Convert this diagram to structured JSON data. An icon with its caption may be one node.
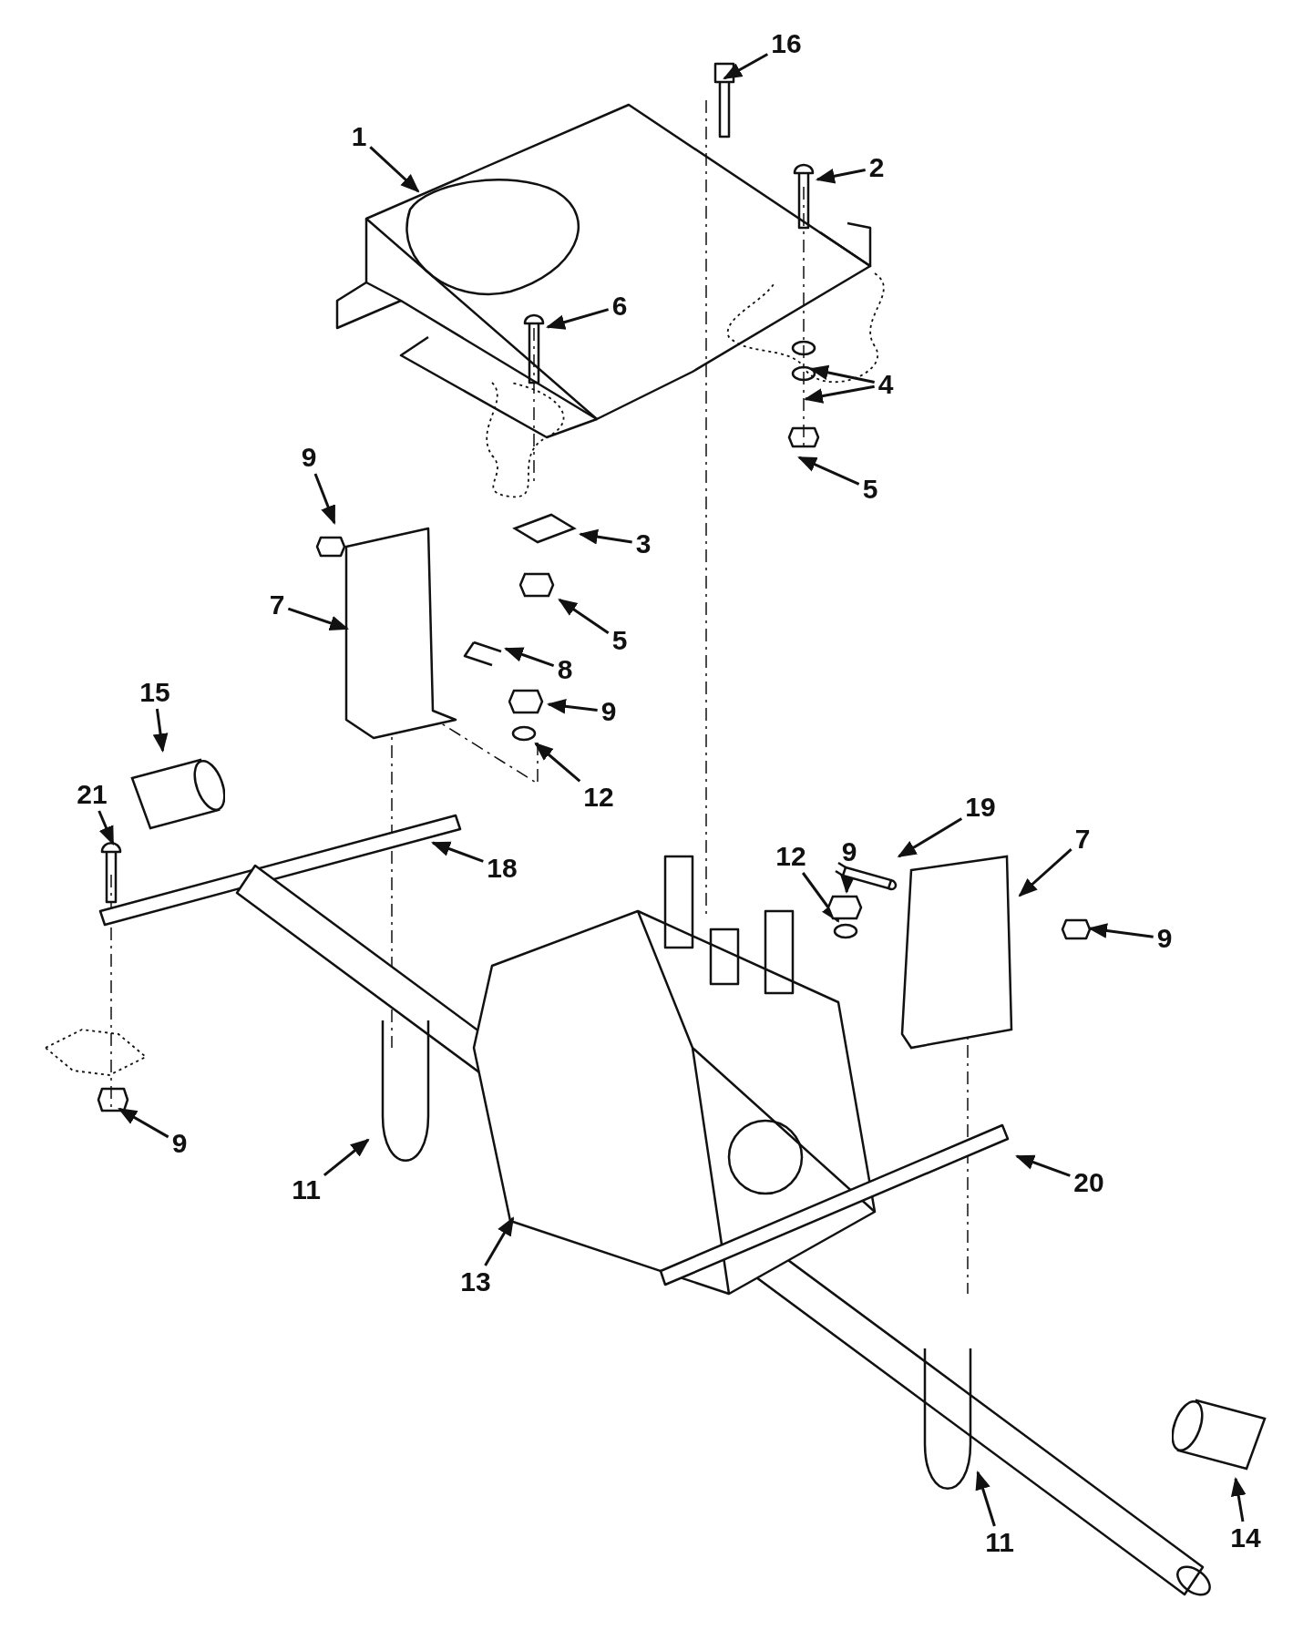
{
  "diagram": {
    "nodes": [
      {
        "text": [
          "16"
        ]
      },
      {
        "text": [
          "1"
        ]
      },
      {
        "text": [
          "2"
        ]
      },
      {
        "text": [
          "6"
        ]
      },
      {
        "text": [
          "4"
        ]
      },
      {
        "text": [
          "5"
        ]
      },
      {
        "text": [
          "9"
        ]
      },
      {
        "text": [
          "3"
        ]
      },
      {
        "text": [
          "7"
        ]
      },
      {
        "text": [
          "5"
        ]
      },
      {
        "text": [
          "8"
        ]
      },
      {
        "text": [
          "9"
        ]
      },
      {
        "text": [
          "15"
        ]
      },
      {
        "text": [
          "12"
        ]
      },
      {
        "text": [
          "21"
        ]
      },
      {
        "text": [
          "18"
        ]
      },
      {
        "text": [
          "9"
        ]
      },
      {
        "text": [
          "19"
        ]
      },
      {
        "text": [
          "7"
        ]
      },
      {
        "text": [
          "12"
        ]
      },
      {
        "text": [
          "9"
        ]
      },
      {
        "text": [
          "9"
        ]
      },
      {
        "text": [
          "11"
        ]
      },
      {
        "text": [
          "20"
        ]
      },
      {
        "text": [
          "13"
        ]
      },
      {
        "text": [
          "11"
        ]
      },
      {
        "text": [
          "14"
        ]
      },
      {
        "text": [],
        "shape": "nut"
      },
      {
        "text": [],
        "shape": "nut"
      },
      {
        "text": [],
        "shape": "washer"
      },
      {
        "text": [],
        "shape": "bracket"
      },
      {
        "text": [],
        "shape": "washer"
      },
      {
        "text": [],
        "shape": "nut"
      },
      {
        "text": [],
        "shape": "plate"
      },
      {
        "text": [],
        "shape": "bolt"
      },
      {
        "text": [],
        "shape": "bushing"
      },
      {
        "text": [],
        "shape": "bushing"
      }
    ],
    "edges": [
      {
        "from": 0,
        "to": null,
        "arrow": "to"
      },
      {
        "from": 1,
        "to": null,
        "arrow": "to"
      },
      {
        "from": 2,
        "to": null,
        "arrow": "to"
      },
      {
        "from": 3,
        "to": null,
        "arrow": "to"
      },
      {
        "from": 4,
        "to": null,
        "arrow": "to"
      },
      {
        "from": 4,
        "to": null,
        "arrow": "to"
      },
      {
        "from": 5,
        "to": null,
        "arrow": "to"
      },
      {
        "from": 6,
        "to": null,
        "arrow": "to"
      },
      {
        "from": 7,
        "to": 33,
        "arrow": "to"
      },
      {
        "from": 8,
        "to": null,
        "arrow": "to"
      },
      {
        "from": 9,
        "to": 27,
        "arrow": "to"
      },
      {
        "from": 10,
        "to": null,
        "arrow": "to"
      },
      {
        "from": 11,
        "to": 28,
        "arrow": "to"
      },
      {
        "from": 12,
        "to": 35,
        "arrow": "to"
      },
      {
        "from": 13,
        "to": 29,
        "arrow": "to"
      },
      {
        "from": 14,
        "to": null,
        "arrow": "to"
      },
      {
        "from": 15,
        "to": null,
        "arrow": "to"
      },
      {
        "from": 16,
        "to": 32,
        "arrow": "to"
      },
      {
        "from": 17,
        "to": 34,
        "arrow": "to"
      },
      {
        "from": 18,
        "to": 30,
        "arrow": "to"
      },
      {
        "from": 19,
        "to": 31,
        "arrow": "to"
      },
      {
        "from": 20,
        "to": null,
        "arrow": "to"
      },
      {
        "from": 21,
        "to": null,
        "arrow": "to"
      },
      {
        "from": 22,
        "to": null,
        "arrow": "to"
      },
      {
        "from": 23,
        "to": null,
        "arrow": "to"
      },
      {
        "from": 24,
        "to": null,
        "arrow": "to"
      },
      {
        "from": 25,
        "to": null,
        "arrow": "to"
      },
      {
        "from": 26,
        "to": 36,
        "arrow": "to"
      }
    ]
  }
}
